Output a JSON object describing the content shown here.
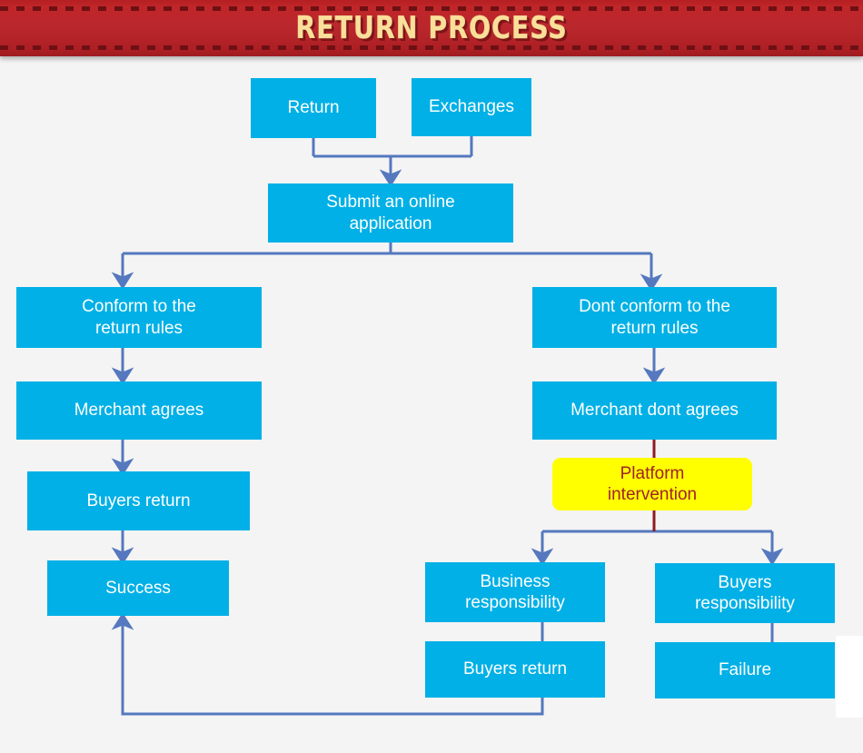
{
  "banner": {
    "title": "RETURN PROCESS",
    "background_color": "#b9272c",
    "text_color": "#fadf9b"
  },
  "canvas": {
    "background_color": "#f4f4f4",
    "node_color": "#00b0e6",
    "node_text_color": "#ffffff",
    "highlight_color": "#ffff00",
    "highlight_text_color": "#a02227",
    "connector_color": "#5578be",
    "connector_alt_color": "#8c1d22"
  },
  "flow": {
    "nodes": [
      {
        "id": "return",
        "label": "Return"
      },
      {
        "id": "exchanges",
        "label": "Exchanges"
      },
      {
        "id": "submit",
        "label": "Submit an online\napplication",
        "line1": "Submit an online",
        "line2": "application"
      },
      {
        "id": "conform",
        "label": "Conform to the\nreturn rules",
        "line1": "Conform to the",
        "line2": "return rules"
      },
      {
        "id": "merchant-agrees",
        "label": "Merchant agrees"
      },
      {
        "id": "buyers-return-left",
        "label": "Buyers return"
      },
      {
        "id": "success",
        "label": "Success"
      },
      {
        "id": "dont-conform",
        "label": "Dont conform to the\nreturn rules",
        "line1": "Dont conform to the",
        "line2": "return rules"
      },
      {
        "id": "merchant-dont-agrees",
        "label": "Merchant dont agrees"
      },
      {
        "id": "platform-intervention",
        "label": "Platform\nintervention",
        "line1": "Platform",
        "line2": "intervention"
      },
      {
        "id": "business-responsibility",
        "label": "Business\nresponsibility",
        "line1": "Business",
        "line2": "responsibility"
      },
      {
        "id": "buyers-responsibility",
        "label": "Buyers\nresponsibility",
        "line1": "Buyers",
        "line2": "responsibility"
      },
      {
        "id": "buyers-return-right",
        "label": "Buyers return"
      },
      {
        "id": "failure",
        "label": "Failure"
      }
    ],
    "edges": [
      {
        "from": "return",
        "to": "submit"
      },
      {
        "from": "exchanges",
        "to": "submit"
      },
      {
        "from": "submit",
        "to": "conform"
      },
      {
        "from": "submit",
        "to": "dont-conform"
      },
      {
        "from": "conform",
        "to": "merchant-agrees"
      },
      {
        "from": "merchant-agrees",
        "to": "buyers-return-left"
      },
      {
        "from": "buyers-return-left",
        "to": "success"
      },
      {
        "from": "dont-conform",
        "to": "merchant-dont-agrees"
      },
      {
        "from": "merchant-dont-agrees",
        "to": "platform-intervention"
      },
      {
        "from": "platform-intervention",
        "to": "business-responsibility"
      },
      {
        "from": "platform-intervention",
        "to": "buyers-responsibility"
      },
      {
        "from": "business-responsibility",
        "to": "buyers-return-right"
      },
      {
        "from": "buyers-responsibility",
        "to": "failure"
      },
      {
        "from": "buyers-return-right",
        "to": "success"
      }
    ]
  }
}
